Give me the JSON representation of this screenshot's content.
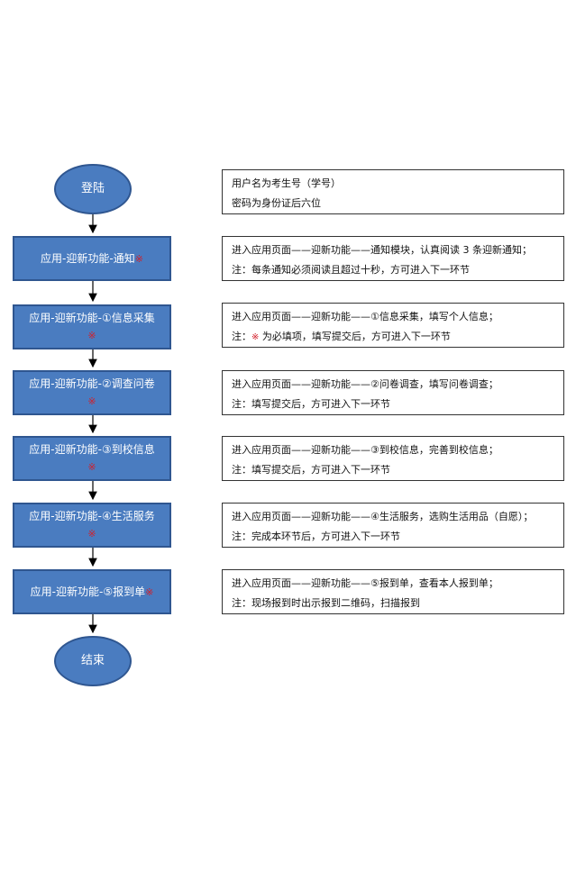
{
  "start_node": "登陆",
  "end_node": "结束",
  "required_mark": "※",
  "steps": [
    {
      "label": "应用-迎新功能-通知",
      "mark": "※"
    },
    {
      "label": "应用-迎新功能-①信息采集",
      "mark": "※"
    },
    {
      "label": "应用-迎新功能-②调查问卷",
      "mark": "※"
    },
    {
      "label": "应用-迎新功能-③到校信息",
      "mark": "※"
    },
    {
      "label": "应用-迎新功能-④生活服务",
      "mark": "※"
    },
    {
      "label": "应用-迎新功能-⑤报到单",
      "mark": "※"
    }
  ],
  "login_desc": {
    "line1": "用户名为考生号（学号）",
    "line2": "密码为身份证后六位"
  },
  "descriptions": [
    {
      "line1": "进入应用页面——迎新功能——通知模块，认真阅读 3 条迎新通知；",
      "line2": "注：每条通知必须阅读且超过十秒，方可进入下一环节"
    },
    {
      "line1": "进入应用页面——迎新功能——①信息采集，填写个人信息；",
      "note_prefix": "注：",
      "note_mark": "※",
      "note_rest": "为必填项，填写提交后，方可进入下一环节"
    },
    {
      "line1": "进入应用页面——迎新功能——②问卷调查，填写问卷调查；",
      "line2": "注：填写提交后，方可进入下一环节"
    },
    {
      "line1": "进入应用页面——迎新功能——③到校信息，完善到校信息；",
      "line2": "注：填写提交后，方可进入下一环节"
    },
    {
      "line1": "进入应用页面——迎新功能——④生活服务，选购生活用品（自愿）；",
      "line2": "注：完成本环节后，方可进入下一环节"
    },
    {
      "line1": "进入应用页面——迎新功能——⑤报到单，查看本人报到单；",
      "line2": "注：现场报到时出示报到二维码，扫描报到"
    }
  ]
}
